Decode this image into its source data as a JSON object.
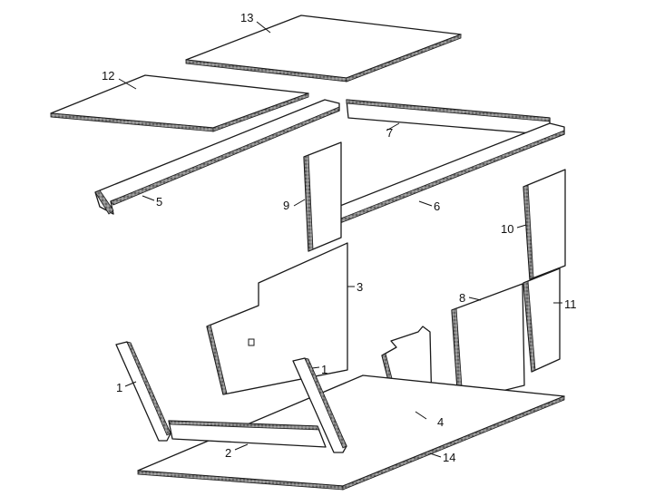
{
  "parts": [
    {
      "id": "part-1a",
      "label": "1"
    },
    {
      "id": "part-1b",
      "label": "1"
    },
    {
      "id": "part-2",
      "label": "2"
    },
    {
      "id": "part-3",
      "label": "3"
    },
    {
      "id": "part-4",
      "label": "4"
    },
    {
      "id": "part-5",
      "label": "5"
    },
    {
      "id": "part-6",
      "label": "6"
    },
    {
      "id": "part-7",
      "label": "7"
    },
    {
      "id": "part-8",
      "label": "8"
    },
    {
      "id": "part-9",
      "label": "9"
    },
    {
      "id": "part-10",
      "label": "10"
    },
    {
      "id": "part-11",
      "label": "11"
    },
    {
      "id": "part-12",
      "label": "12"
    },
    {
      "id": "part-13",
      "label": "13"
    },
    {
      "id": "part-14",
      "label": "14"
    }
  ]
}
